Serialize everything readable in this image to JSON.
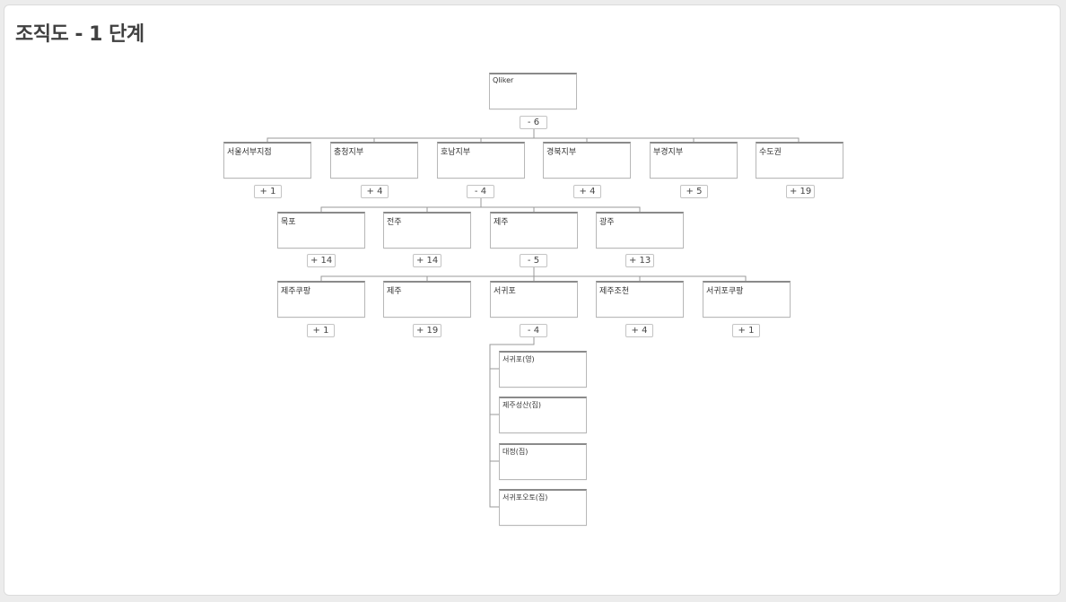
{
  "title": "조직도 - 1 단계",
  "root": {
    "label": "Qliker",
    "toggle": "- 6"
  },
  "level1": [
    {
      "label": "서울서부지점",
      "toggle": "+ 1"
    },
    {
      "label": "충청지부",
      "toggle": "+ 4"
    },
    {
      "label": "호남지부",
      "toggle": "- 4"
    },
    {
      "label": "경북지부",
      "toggle": "+ 4"
    },
    {
      "label": "부경지부",
      "toggle": "+ 5"
    },
    {
      "label": "수도권",
      "toggle": "+ 19"
    }
  ],
  "level2": [
    {
      "label": "목포",
      "toggle": "+ 14"
    },
    {
      "label": "전주",
      "toggle": "+ 14"
    },
    {
      "label": "제주",
      "toggle": "- 5"
    },
    {
      "label": "광주",
      "toggle": "+ 13"
    }
  ],
  "level3": [
    {
      "label": "제주쿠팡",
      "toggle": "+ 1"
    },
    {
      "label": "제주",
      "toggle": "+ 19"
    },
    {
      "label": "서귀포",
      "toggle": "- 4"
    },
    {
      "label": "제주조천",
      "toggle": "+ 4"
    },
    {
      "label": "서귀포쿠팡",
      "toggle": "+ 1"
    }
  ],
  "level4": [
    {
      "label": "서귀포(영)"
    },
    {
      "label": "제주성산(집)"
    },
    {
      "label": "대정(집)"
    },
    {
      "label": "서귀포오토(집)"
    }
  ]
}
